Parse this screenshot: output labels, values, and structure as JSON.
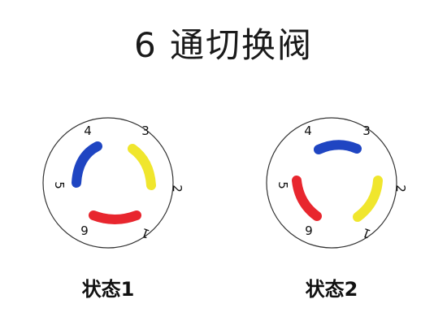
{
  "title": "6 通切换阀",
  "colors": {
    "blue": "#1f45c2",
    "yellow": "#f0e62d",
    "red": "#e8262e",
    "outline": "#333333"
  },
  "valves": [
    {
      "caption": "状态1",
      "ports": [
        "1",
        "2",
        "3",
        "4",
        "5",
        "6"
      ],
      "channels": [
        {
          "color": "blue",
          "connects": [
            "4",
            "5"
          ]
        },
        {
          "color": "yellow",
          "connects": [
            "3",
            "2"
          ]
        },
        {
          "color": "red",
          "connects": [
            "6",
            "1"
          ]
        }
      ]
    },
    {
      "caption": "状态2",
      "ports": [
        "1",
        "2",
        "3",
        "4",
        "5",
        "6"
      ],
      "channels": [
        {
          "color": "blue",
          "connects": [
            "4",
            "3"
          ]
        },
        {
          "color": "yellow",
          "connects": [
            "2",
            "1"
          ]
        },
        {
          "color": "red",
          "connects": [
            "5",
            "6"
          ]
        }
      ]
    }
  ]
}
